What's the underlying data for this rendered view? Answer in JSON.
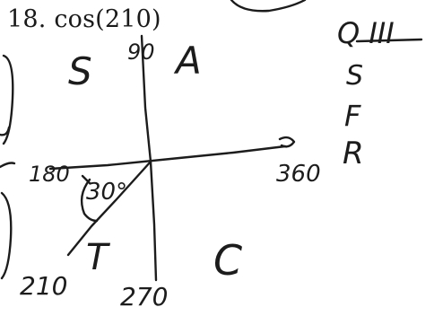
{
  "problem": {
    "number": "18.",
    "expression": "cos(210)"
  },
  "quadrant_labels": {
    "q1": "A",
    "q2": "S",
    "q3": "T",
    "q4": "C"
  },
  "angle_labels": {
    "top": "90",
    "left": "180",
    "right": "360",
    "bottom": "270",
    "terminal": "210",
    "reference": "30°"
  },
  "notes": {
    "quadrant": "Q III",
    "letters": [
      "S",
      "F",
      "R"
    ]
  },
  "colors": {
    "ink": "#1c1c1c",
    "paper": "#ffffff"
  }
}
